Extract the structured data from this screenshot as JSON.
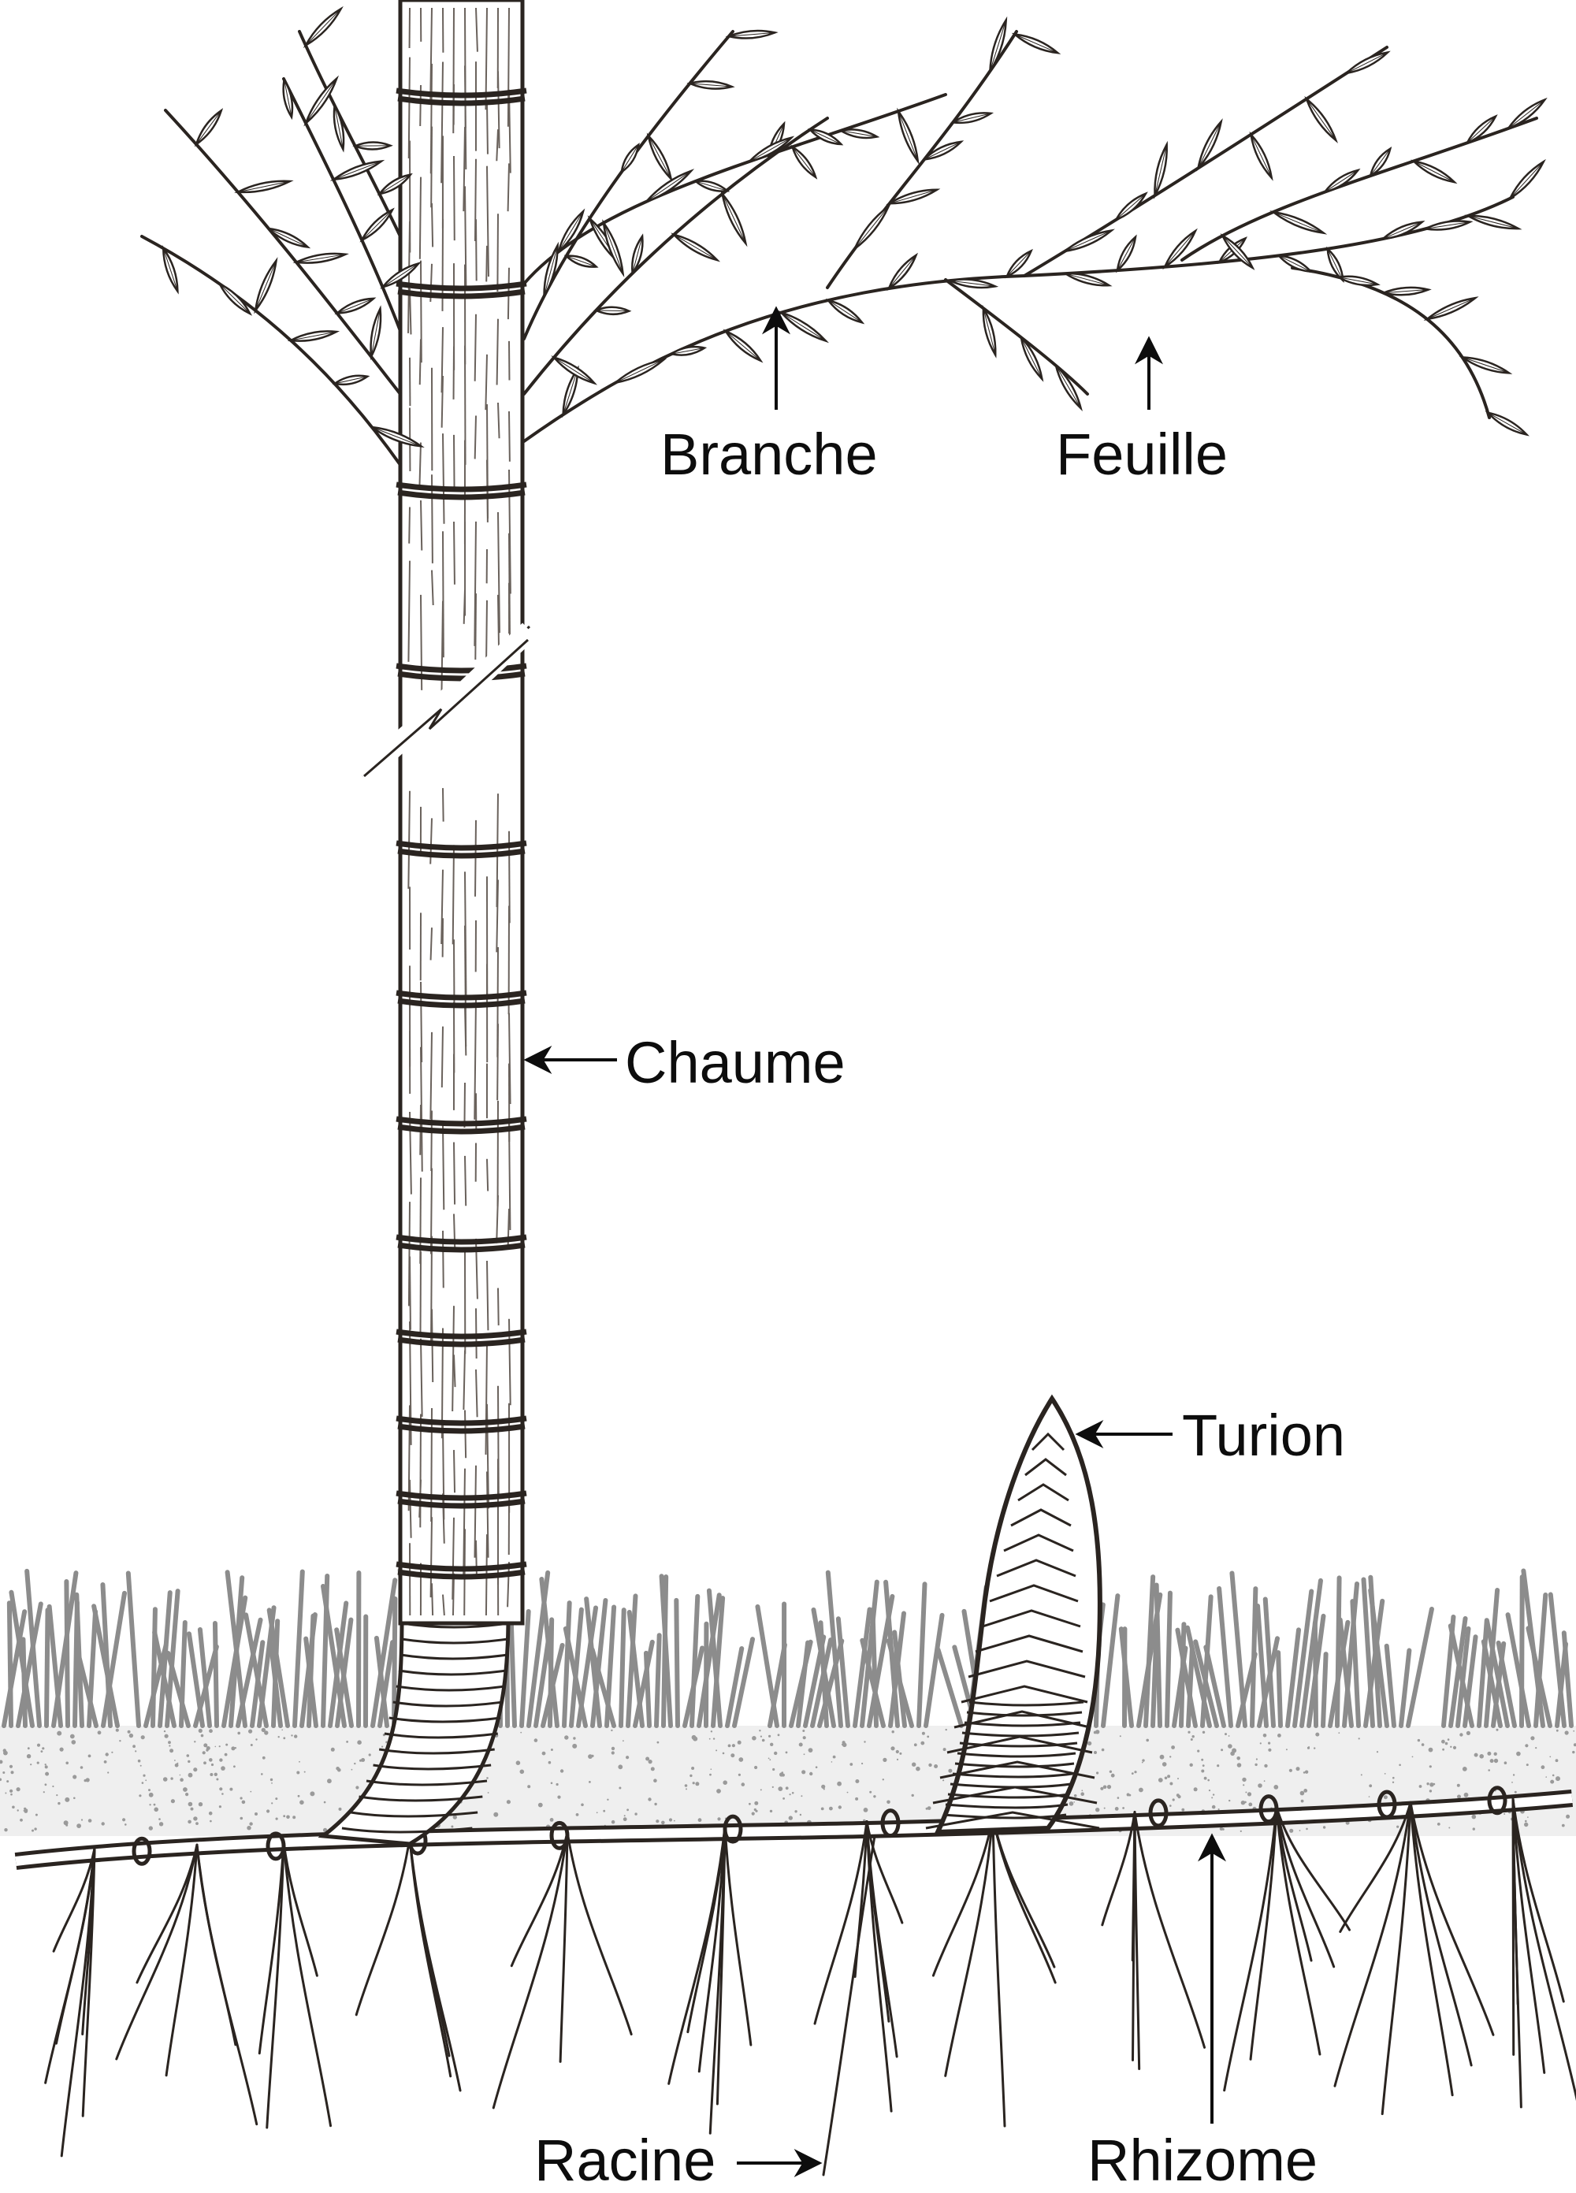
{
  "diagram": {
    "labels": {
      "branche": "Branche",
      "feuille": "Feuille",
      "chaume": "Chaume",
      "turion": "Turion",
      "racine": "Racine",
      "rhizome": "Rhizome"
    },
    "colors": {
      "ink": "#2a2420",
      "grass": "#8c8c8c",
      "soil": "#ececec",
      "label": "#0d0d0d"
    }
  }
}
